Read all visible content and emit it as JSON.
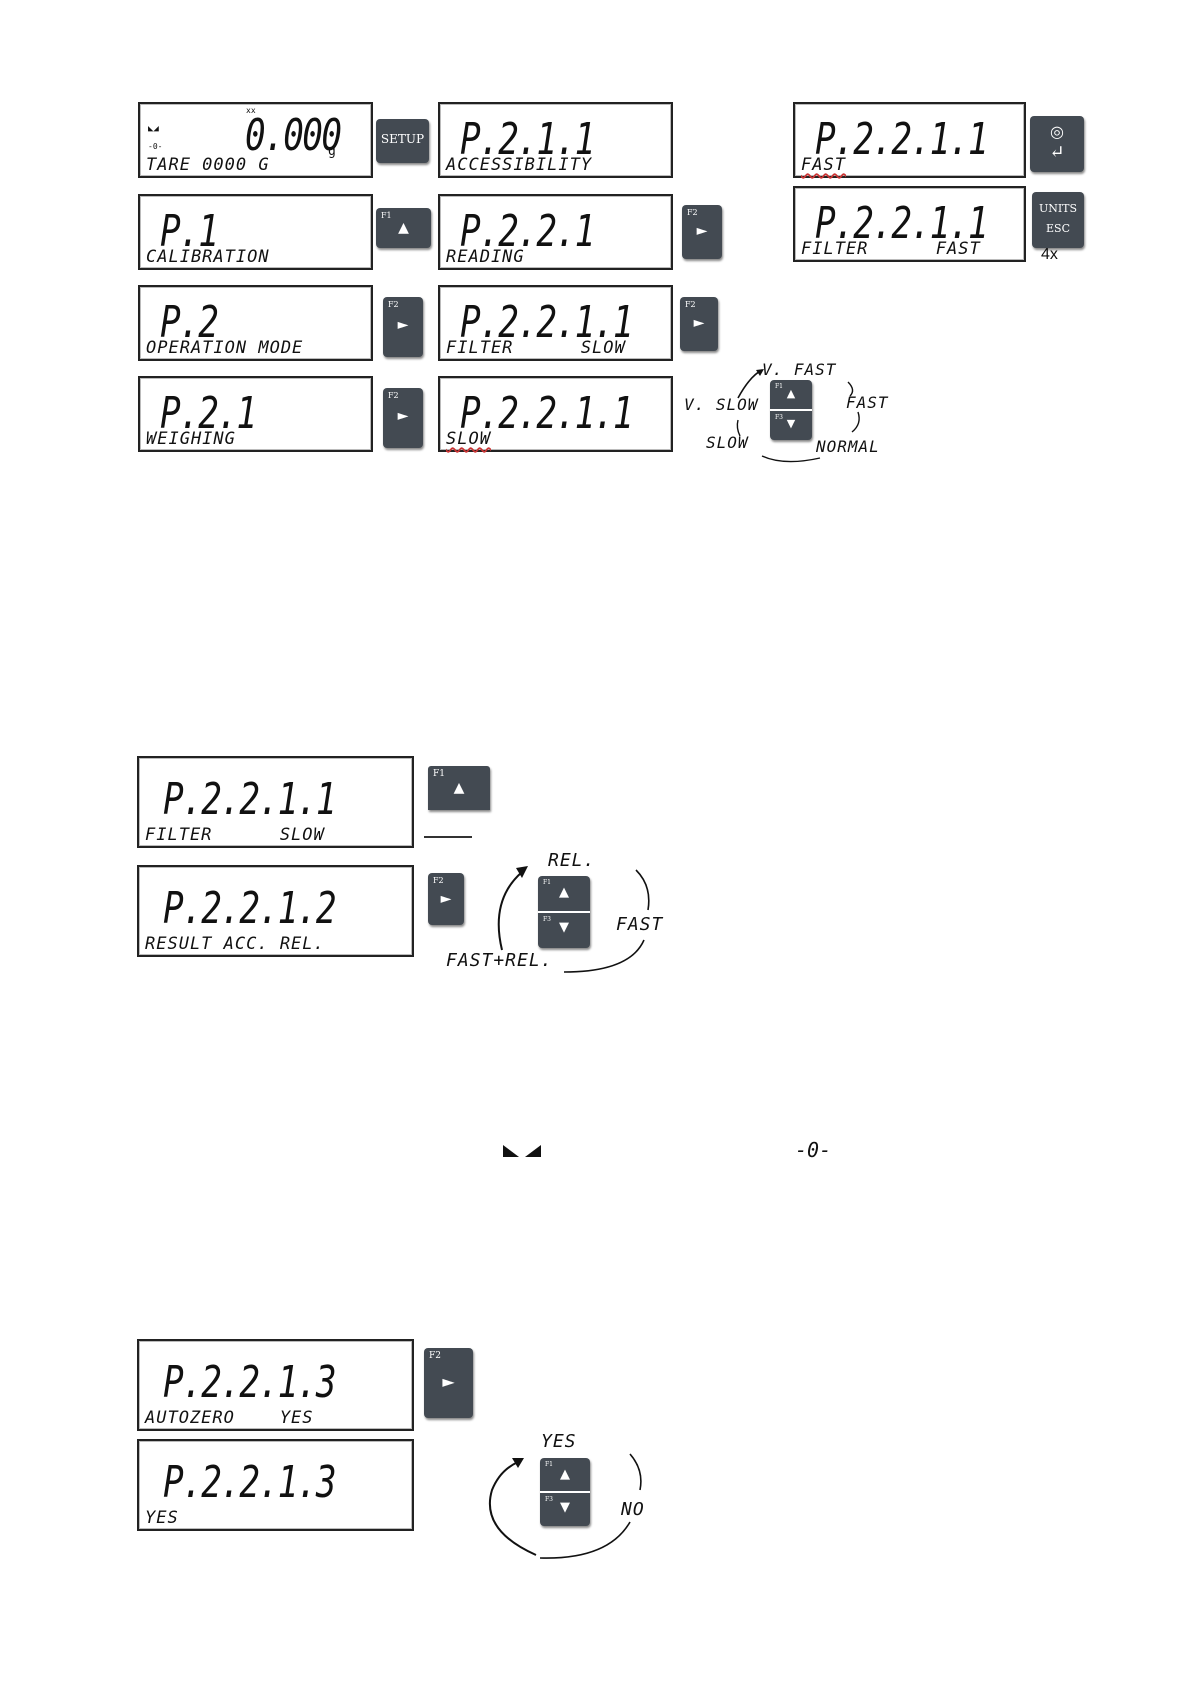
{
  "section1": {
    "d_weigh": {
      "value": "0.000",
      "unit": "g",
      "tare": "TARE 0000 G",
      "top_marks": "xx"
    },
    "d_p1": {
      "code": "P.1",
      "label": "CALIBRATION"
    },
    "d_p2": {
      "code": "P.2",
      "label": "OPERATION MODE"
    },
    "d_p21": {
      "code": "P.2.1",
      "label": "WEIGHING"
    },
    "d_p211": {
      "code": "P.2.1.1",
      "label": "ACCESSIBILITY"
    },
    "d_p221": {
      "code": "P.2.2.1",
      "label": "READING"
    },
    "d_p2211_filter": {
      "code": "P.2.2.1.1",
      "label": "FILTER      SLOW"
    },
    "d_p2211_slow": {
      "code": "P.2.2.1.1",
      "label": "SLOW"
    },
    "d_p2211_fast": {
      "code": "P.2.2.1.1",
      "label": "FAST"
    },
    "d_p2211_filterfast": {
      "code": "P.2.2.1.1",
      "label": "FILTER      FAST"
    },
    "buttons": {
      "setup": "SETUP",
      "f1": "F1",
      "f2": "F2",
      "f3": "F3",
      "units": "UNITS",
      "esc": "ESC",
      "repeat": "4x"
    },
    "cycle": {
      "vfast": "V. FAST",
      "fast": "FAST",
      "normal": "NORMAL",
      "slow": "SLOW",
      "vslow": "V. SLOW"
    }
  },
  "section2": {
    "d_filter": {
      "code": "P.2.2.1.1",
      "label": "FILTER      SLOW"
    },
    "d_result": {
      "code": "P.2.2.1.2",
      "label": "RESULT ACC. REL."
    },
    "cycle": {
      "rel": "REL.",
      "fast": "FAST",
      "fastrel": "FAST+REL."
    }
  },
  "symbols": {
    "stability": "stability-mark",
    "zero": "-0-"
  },
  "section3": {
    "d_auto": {
      "code": "P.2.2.1.3",
      "label": "AUTOZERO    YES"
    },
    "d_yes": {
      "code": "P.2.2.1.3",
      "label": "YES"
    },
    "cycle": {
      "yes": "YES",
      "no": "NO"
    }
  }
}
